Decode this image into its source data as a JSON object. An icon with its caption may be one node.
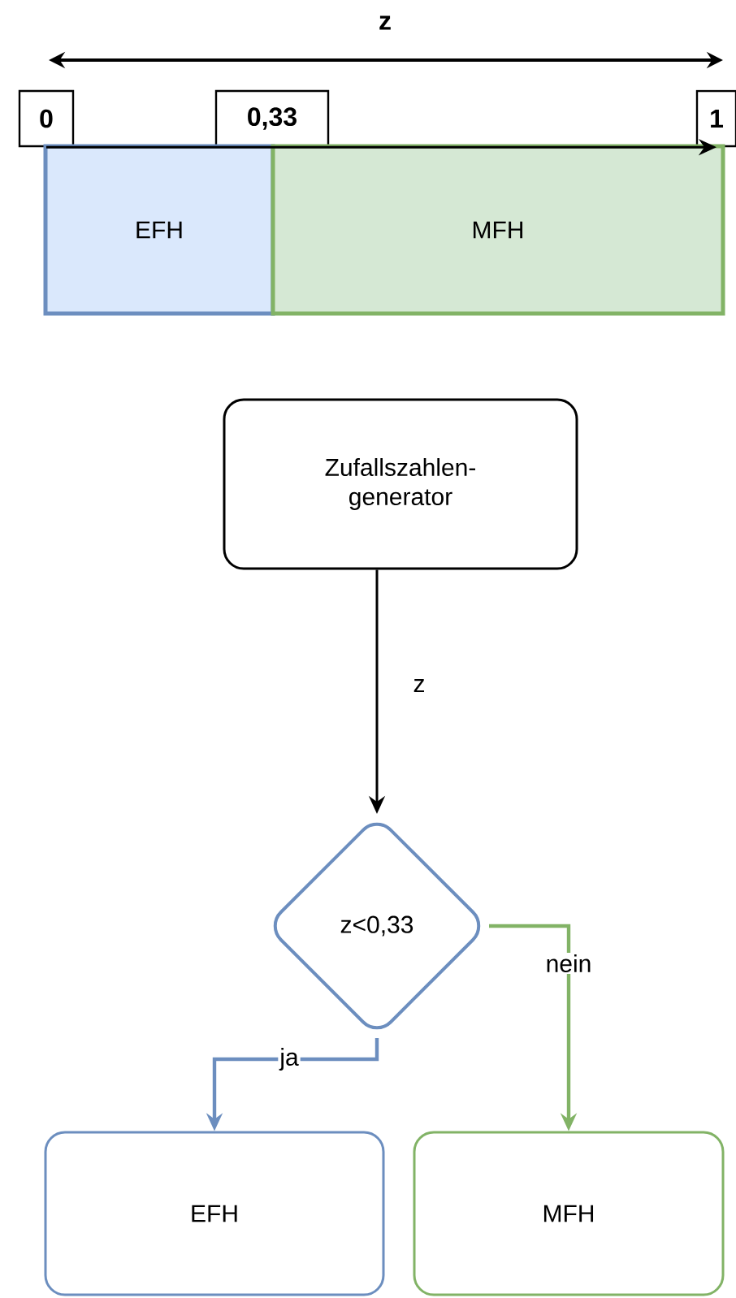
{
  "diagram": {
    "nodes": [
      {
        "text": [
          "0"
        ]
      },
      {
        "text": [
          "0,33"
        ]
      },
      {
        "text": [
          "1"
        ]
      },
      {
        "text": [
          "EFH"
        ]
      },
      {
        "text": [
          "MFH"
        ]
      },
      {
        "text": [
          "Zufallszahlen- generator"
        ]
      },
      {
        "text": [
          "z<0,33"
        ]
      },
      {
        "text": [
          "EFH"
        ]
      },
      {
        "text": [
          "MFH"
        ]
      }
    ],
    "edges": [
      {
        "from": 0,
        "to": 2,
        "arrow": "to"
      },
      {
        "from": 5,
        "to": 6,
        "arrow": "to",
        "label": "z"
      },
      {
        "from": 6,
        "to": 7,
        "arrow": "to",
        "label": "ja",
        "color": "#6c8ebf"
      },
      {
        "from": 6,
        "to": 8,
        "arrow": "to",
        "label": "nein",
        "color": "#82b366"
      }
    ],
    "labels": [
      "z"
    ]
  }
}
